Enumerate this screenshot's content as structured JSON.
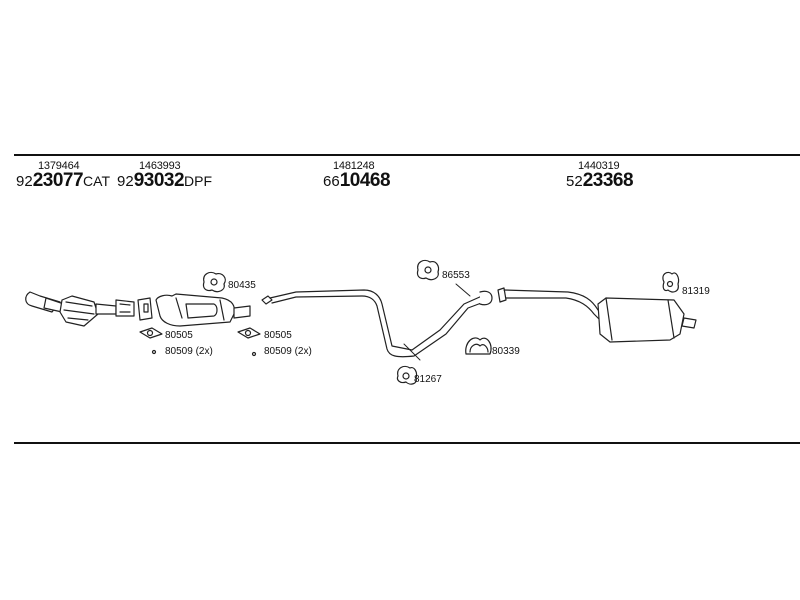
{
  "parts": [
    {
      "oem": "1379464",
      "prefix": "92",
      "bold": "23077",
      "suffix": "CAT"
    },
    {
      "oem": "1463993",
      "prefix": "92",
      "bold": "93032",
      "suffix": "DPF"
    },
    {
      "oem": "1481248",
      "prefix": "66",
      "bold": "10468",
      "suffix": ""
    },
    {
      "oem": "1440319",
      "prefix": "52",
      "bold": "23368",
      "suffix": ""
    }
  ],
  "accessories": {
    "a80435": "80435",
    "a80505_1": "80505",
    "a80509_1": "80509 (2x)",
    "a80505_2": "80505",
    "a80509_2": "80509 (2x)",
    "a86553": "86553",
    "a80339": "80339",
    "a81267": "81267",
    "a81319": "81319"
  }
}
